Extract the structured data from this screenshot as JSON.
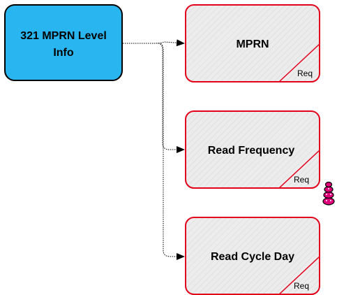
{
  "colors": {
    "parent_fill": "#29b6f0",
    "parent_border": "#000000",
    "child_fill": "#ebebeb",
    "child_border": "#e3001b",
    "connector": "#000000",
    "text": "#000000",
    "stack_icon": "#e0007a"
  },
  "parent": {
    "label_line1": "321 MPRN Level",
    "label_line2": "Info"
  },
  "children": [
    {
      "label": "MPRN",
      "badge": "Req"
    },
    {
      "label": "Read Frequency",
      "badge": "Req"
    },
    {
      "label": "Read Cycle Day",
      "badge": "Req"
    }
  ],
  "icons": {
    "stack": "stack-of-discs-icon"
  }
}
